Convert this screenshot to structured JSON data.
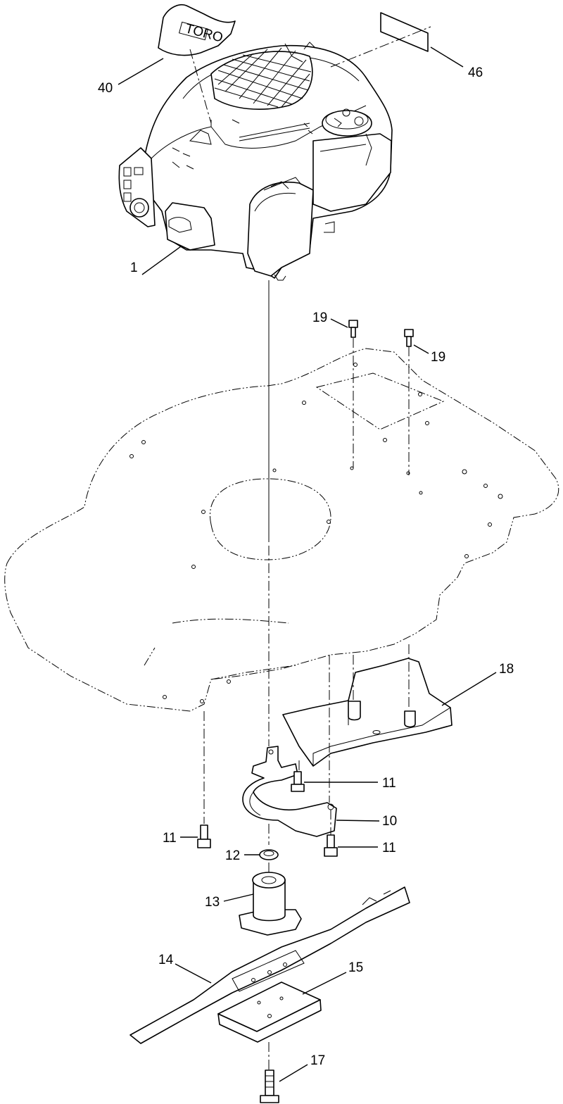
{
  "callouts": {
    "c1": "1",
    "c40": "40",
    "c46": "46",
    "c19a": "19",
    "c19b": "19",
    "c18": "18",
    "c11a": "11",
    "c10": "10",
    "c11b": "11",
    "c11c": "11",
    "c12": "12",
    "c13": "13",
    "c14": "14",
    "c15": "15",
    "c17": "17"
  },
  "decal_text": {
    "toro": "TORO"
  }
}
